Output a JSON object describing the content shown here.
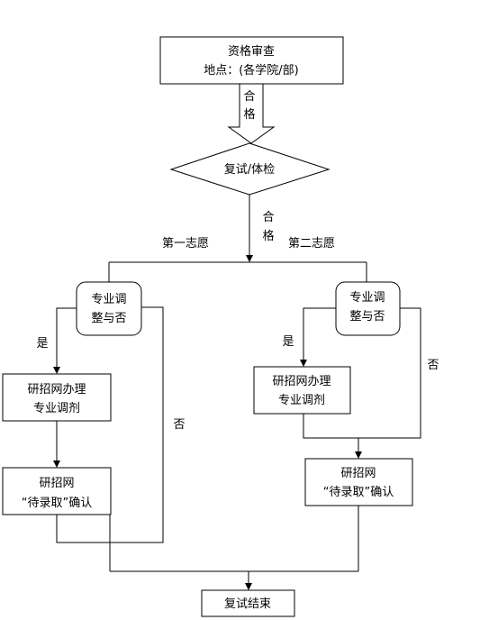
{
  "nodes": {
    "review": {
      "line1": "资格审查",
      "line2": "地点：(各学院/部)"
    },
    "retest": {
      "label": "复试/体检"
    },
    "adjust_left": {
      "line1": "专业调",
      "line2": "整与否"
    },
    "adjust_right": {
      "line1": "专业调",
      "line2": "整与否"
    },
    "handle_left": {
      "line1": "研招网办理",
      "line2": "专业调剂"
    },
    "handle_right": {
      "line1": "研招网办理",
      "line2": "专业调剂"
    },
    "confirm_left": {
      "line1": "研招网",
      "line2": "“待录取”确认"
    },
    "confirm_right": {
      "line1": "研招网",
      "line2": "“待录取”确认"
    },
    "end": {
      "label": "复试结束"
    }
  },
  "edge_labels": {
    "pass_1_a": "合",
    "pass_1_b": "格",
    "pass_2_a": "合",
    "pass_2_b": "格",
    "first_choice": "第一志愿",
    "second_choice": "第二志愿",
    "yes_left": "是",
    "yes_right": "是",
    "no_left": "否",
    "no_right": "否"
  }
}
